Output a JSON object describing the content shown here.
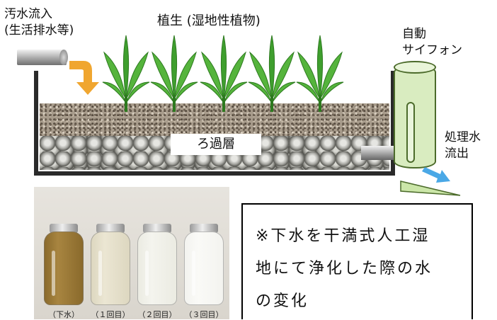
{
  "labels": {
    "inflow_line1": "汚水流入",
    "inflow_line2": "(生活排水等)",
    "vegetation": "植生 (湿地性植物)",
    "siphon_line1": "自動",
    "siphon_line2": "サイフォン",
    "outflow_line1": "処理水",
    "outflow_line2": "流出",
    "filter_layer": "ろ過層"
  },
  "caption": {
    "line1": "※下水を干満式人工湿",
    "line2": "地にて浄化した際の水",
    "line3": "の変化"
  },
  "jars": [
    {
      "label": "（下水）",
      "liquid": "#8a6a2c",
      "tint": "#a88540"
    },
    {
      "label": "（１回目）",
      "liquid": "#ddd7c0",
      "tint": "#ebe6d3"
    },
    {
      "label": "（２回目）",
      "liquid": "#ebebe2",
      "tint": "#f4f4ee"
    },
    {
      "label": "（３回目）",
      "liquid": "#f3f3ef",
      "tint": "#fafaf7"
    }
  ],
  "colors": {
    "arrow_inflow": "#f0a630",
    "arrow_outflow": "#4aa8e6",
    "plant_green": "#3f9f2e",
    "siphon_fill": "#d9ecc0",
    "caption_border": "#000000"
  },
  "icons": {
    "inflow_arrow": "curved-arrow-down-icon",
    "outflow_arrow": "arrow-down-right-icon",
    "plant": "plant-icon"
  }
}
